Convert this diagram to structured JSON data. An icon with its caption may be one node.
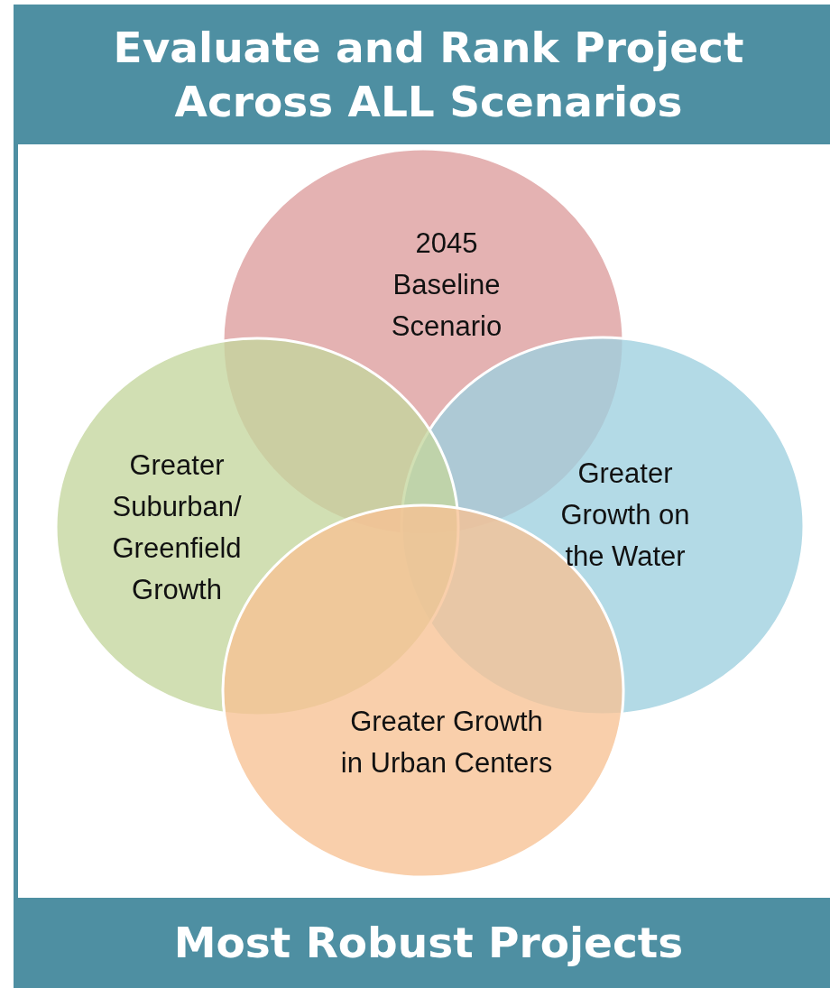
{
  "diagram": {
    "nodes": [
      {
        "text": [
          "Evaluate and Rank Project Across ALL Scenarios"
        ]
      },
      {
        "text": [
          "2045 Baseline Scenario"
        ]
      },
      {
        "text": [
          "Greater Growth on the Water"
        ]
      },
      {
        "text": [
          "Greater Suburban/ Greenfield Growth"
        ]
      },
      {
        "text": [
          "Greater Growth in Urban Centers"
        ]
      },
      {
        "text": [
          "Most Robust Projects"
        ]
      }
    ],
    "edges": []
  }
}
